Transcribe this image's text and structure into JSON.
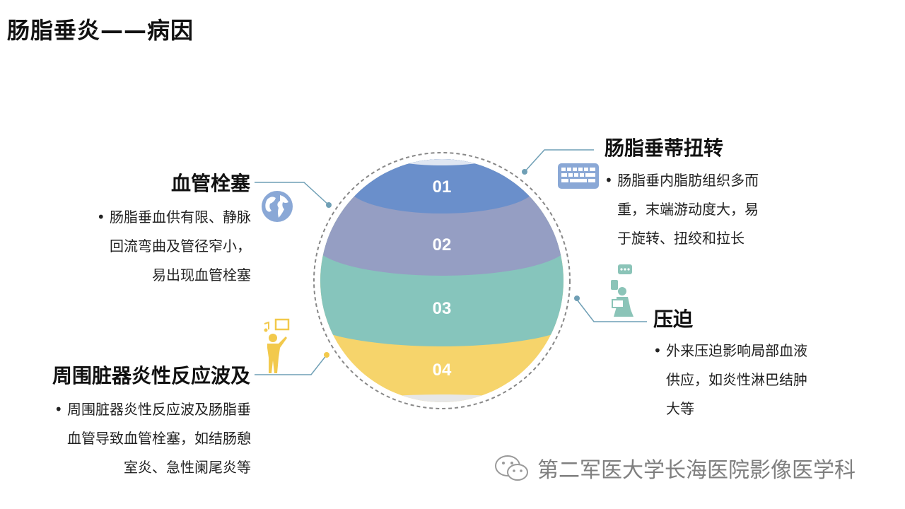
{
  "title": "肠脂垂炎——病因",
  "sphere": {
    "layers": [
      {
        "label": "01",
        "color": "#6a8fcb"
      },
      {
        "label": "02",
        "color": "#959ec3"
      },
      {
        "label": "03",
        "color": "#86c5bc"
      },
      {
        "label": "04",
        "color": "#f6d46b"
      }
    ]
  },
  "sections": {
    "top_left": {
      "heading": "血管栓塞",
      "icon": "globe-icon",
      "lines": [
        "• 肠脂垂血供有限、静脉",
        "回流弯曲及管径窄小，",
        "易出现血管栓塞"
      ]
    },
    "top_right": {
      "heading": "肠脂垂蒂扭转",
      "icon": "keyboard-icon",
      "lines": [
        "• 肠脂垂内脂肪组织多而",
        "重，末端游动度大，易",
        "于旋转、扭绞和拉长"
      ]
    },
    "bottom_left": {
      "heading": "周围脏器炎性反应波及",
      "icon": "presenter-icon",
      "lines": [
        "• 周围脏器炎性反应波及肠脂垂",
        "血管导致血管栓塞，如结肠憩",
        "室炎、急性阑尾炎等"
      ]
    },
    "bottom_right": {
      "heading": "压迫",
      "icon": "person-laptop-icon",
      "lines": [
        "• 外来压迫影响局部血液",
        "供应，如炎性淋巴结肿",
        "大等"
      ]
    }
  },
  "watermark": {
    "icon": "wechat-icon",
    "text": "第二军医大学长海医院影像医学科"
  },
  "colors": {
    "connector": "#6f9fb5",
    "ring": "#888888",
    "icon_blue": "#8aa8d6",
    "icon_gold": "#f2c94c"
  }
}
